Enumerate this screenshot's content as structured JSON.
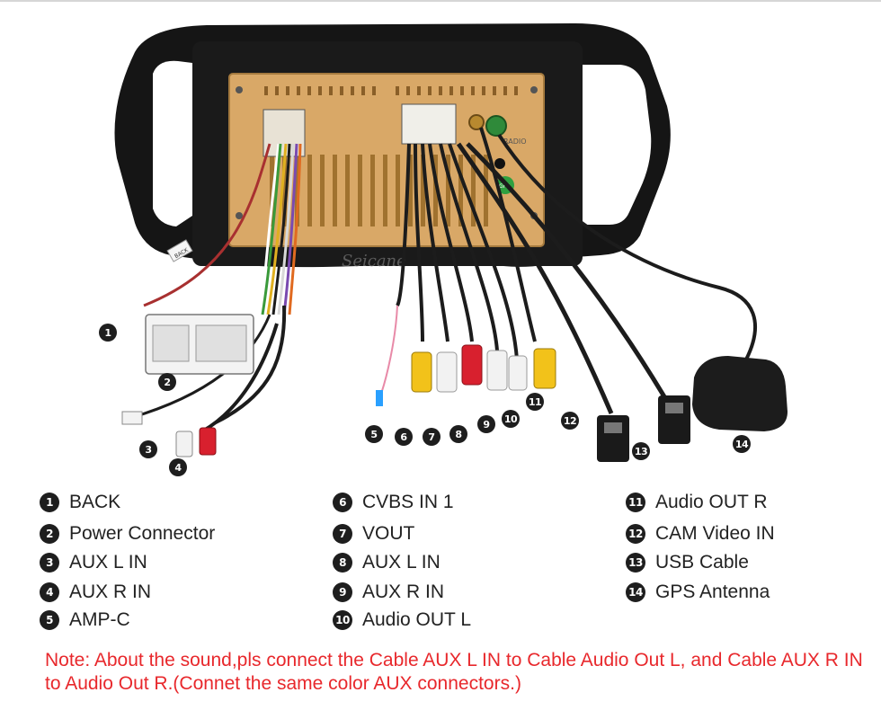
{
  "watermark": "Seicane",
  "connector_tags": [
    "BACK",
    "RADIO",
    "GPS"
  ],
  "colors": {
    "marker": "#1e1e1e",
    "note": "#e8282c",
    "rca_red": "#d8202e",
    "rca_white": "#f2f2f2",
    "rca_yellow": "#f2c21a",
    "chassis": "#d9a867",
    "frame": "#151515"
  },
  "markers": [
    {
      "num": "1",
      "label": "BACK"
    },
    {
      "num": "2",
      "label": "Power Connector"
    },
    {
      "num": "3",
      "label": "AUX L IN"
    },
    {
      "num": "4",
      "label": "AUX R IN"
    },
    {
      "num": "5",
      "label": "AMP-C"
    },
    {
      "num": "6",
      "label": "CVBS IN 1"
    },
    {
      "num": "7",
      "label": "VOUT"
    },
    {
      "num": "8",
      "label": "AUX L IN"
    },
    {
      "num": "9",
      "label": "AUX R IN"
    },
    {
      "num": "10",
      "label": "Audio OUT L"
    },
    {
      "num": "11",
      "label": "Audio OUT R"
    },
    {
      "num": "12",
      "label": "CAM Video IN"
    },
    {
      "num": "13",
      "label": "USB Cable"
    },
    {
      "num": "14",
      "label": "GPS Antenna"
    }
  ],
  "note": "Note: About the sound,pls connect the Cable AUX L IN to Cable Audio Out L, and Cable AUX R IN to  Audio Out R.(Connet the same color AUX connectors.)"
}
